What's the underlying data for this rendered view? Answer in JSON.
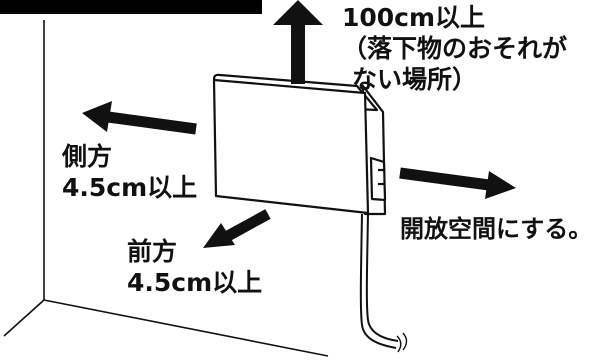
{
  "labels": {
    "top": {
      "distance": "100cm以上",
      "note_line1": "（落下物のおそれが",
      "note_line2": "ない場所）"
    },
    "side": {
      "direction": "側方",
      "distance": "4.5cm以上"
    },
    "front": {
      "direction": "前方",
      "distance": "4.5cm以上"
    },
    "right": {
      "text": "開放空間にする。"
    }
  },
  "colors": {
    "ink": "#111111",
    "background": "#ffffff"
  }
}
